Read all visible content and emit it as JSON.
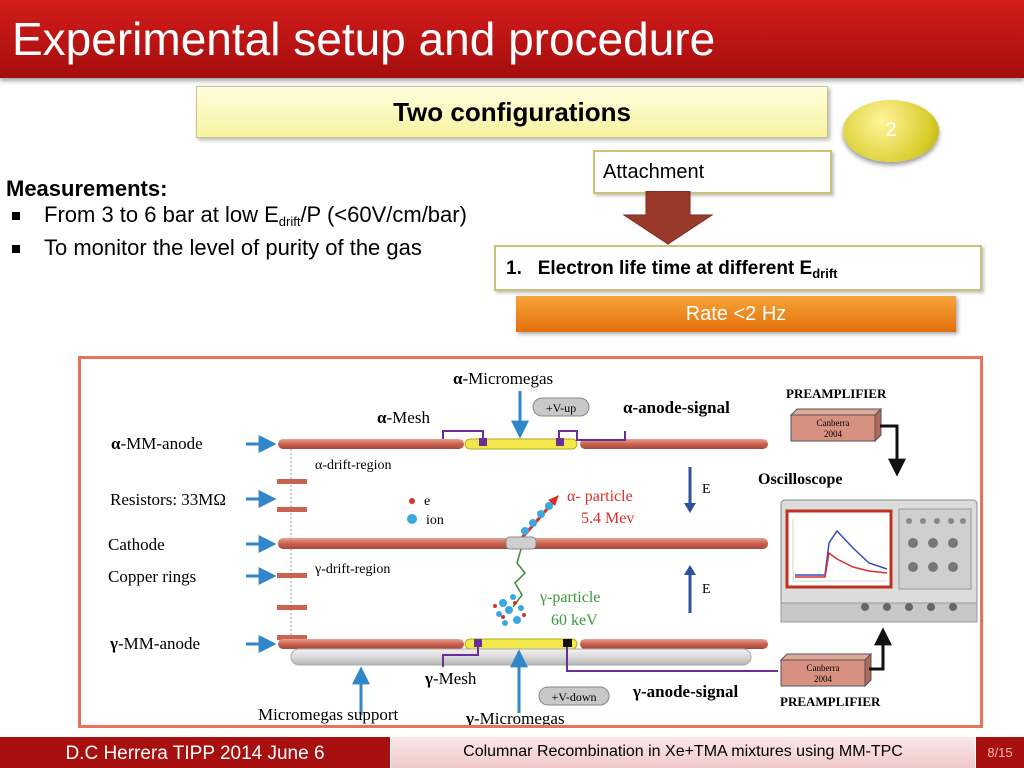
{
  "header": {
    "title": "Experimental setup and procedure"
  },
  "config": {
    "label": "Two configurations",
    "badge": "2"
  },
  "measurements": {
    "title": "Measurements:",
    "item1_pre": "From 3 to 6 bar at low E",
    "item1_sub": "drift",
    "item1_post": "/P (<60V/cm/bar)",
    "item2": "To monitor  the level of purity of the gas"
  },
  "attachment": {
    "label": "Attachment"
  },
  "lifetime": {
    "number": "1.",
    "pre": "Electron life time at different E",
    "sub": "drift"
  },
  "rate": {
    "label": "Rate <2 Hz"
  },
  "diagram": {
    "alpha_micromegas": "-Micromegas",
    "alpha_mesh": "-Mesh",
    "alpha_anode_signal": "-anode-signal",
    "v_up": "+V-up",
    "v_down": "+V-down",
    "preamplifier": "PREAMPLIFIER",
    "canberra": "Canberra",
    "canberra_year": "2004",
    "oscilloscope": "Oscilloscope",
    "alpha_mm_anode": "-MM-anode",
    "alpha_drift_region": "α-drift-region",
    "resistors": "Resistors: 33MΩ",
    "electron": "e",
    "ion": "ion",
    "alpha_particle": "α- particle",
    "alpha_energy": "5.4 Mev",
    "cathode": "Cathode",
    "copper_rings": "Copper rings",
    "gamma_drift_region": "γ-drift-region",
    "gamma_particle": "γ-particle",
    "gamma_energy": "60 keV",
    "gamma_mm_anode": "-MM-anode",
    "gamma_mesh": "-Mesh",
    "gamma_anode_signal": "-anode-signal",
    "micromegas_support": "Micromegas support",
    "gamma_micromegas": "-Micromegas",
    "e_field": "E",
    "alpha": "α",
    "gamma": "γ"
  },
  "footer": {
    "author": "D.C Herrera TIPP 2014 June 6",
    "talk": "Columnar Recombination in Xe+TMA mixtures using MM-TPC",
    "page": "8/15"
  }
}
